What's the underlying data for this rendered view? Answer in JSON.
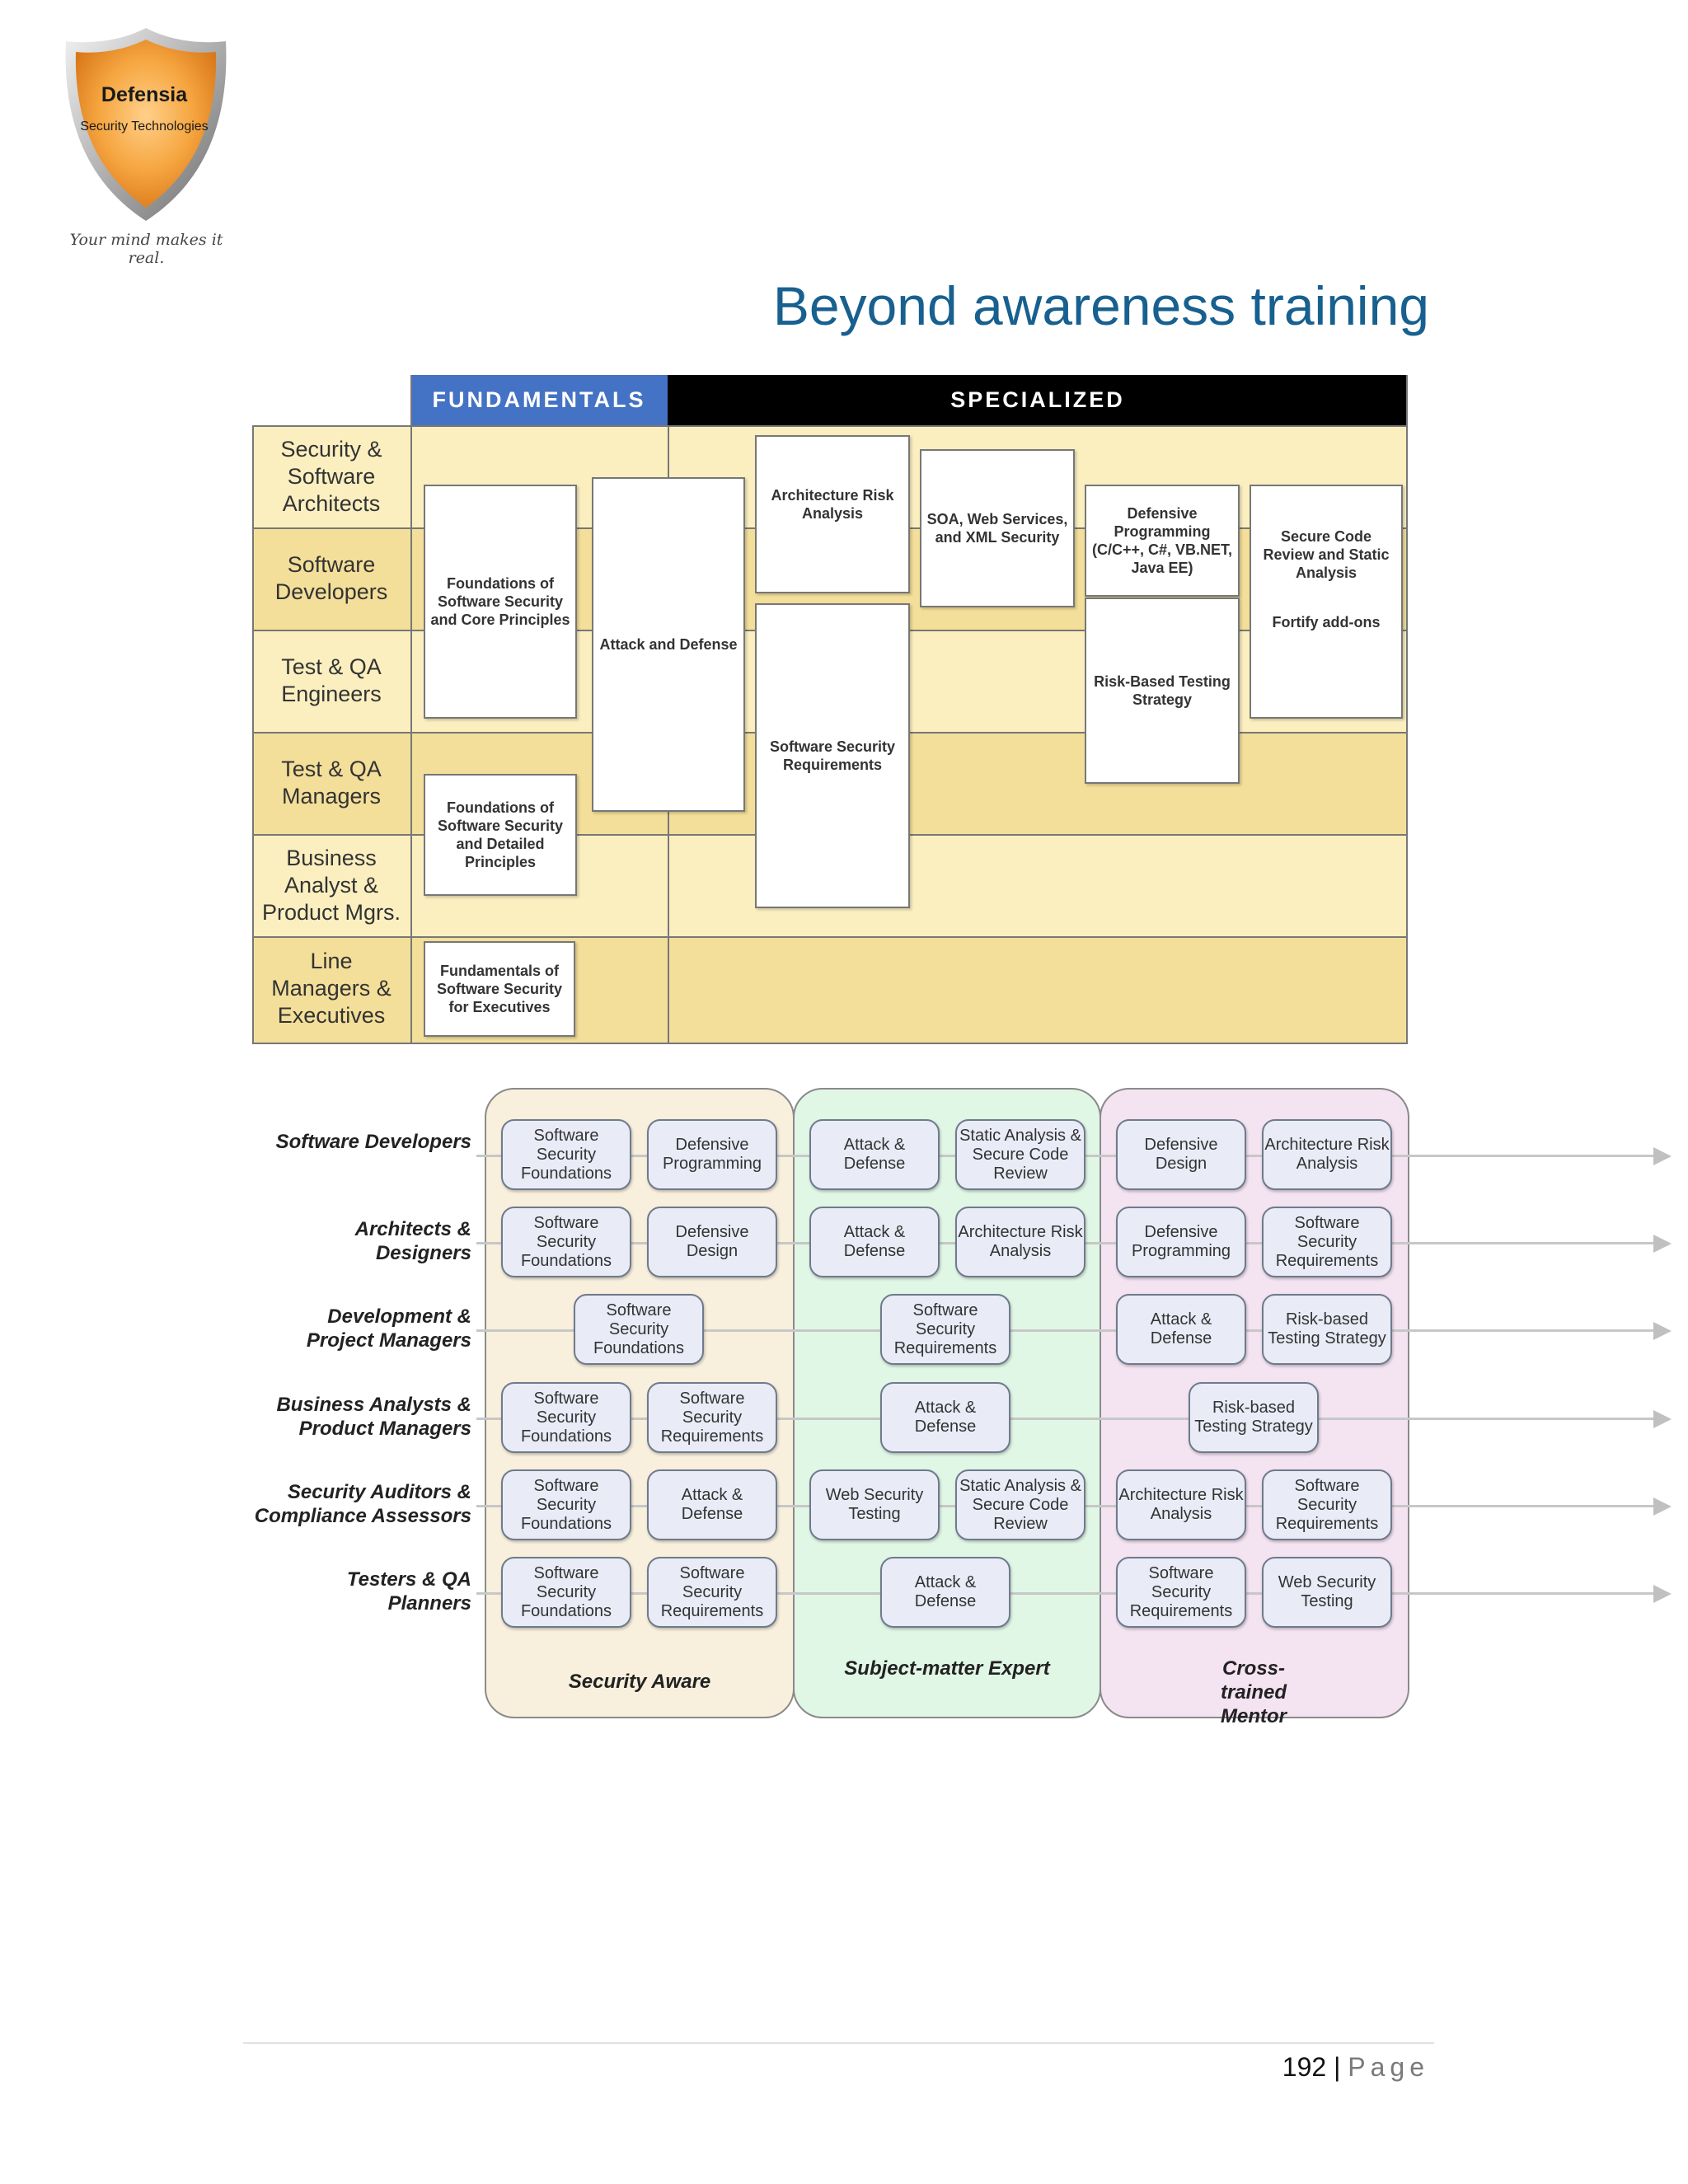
{
  "header": {
    "logo_name": "Defensia",
    "logo_sub": "Security Technologies",
    "tagline": "Your mind makes it real."
  },
  "page_title": "Beyond awareness training",
  "matrix1": {
    "head_fundamentals": "FUNDAMENTALS",
    "head_specialized": "SPECIALIZED",
    "colors": {
      "fundamentals": "#4472c4",
      "specialized": "#000000",
      "light": "#fbefc0",
      "dark": "#f3df99"
    },
    "rows": [
      {
        "label": "Security & Software Architects"
      },
      {
        "label": "Software Developers"
      },
      {
        "label": "Test & QA Engineers"
      },
      {
        "label": "Test & QA Managers"
      },
      {
        "label": "Business Analyst & Product Mgrs."
      },
      {
        "label": "Line Managers & Executives"
      }
    ],
    "boxes": {
      "foundations_core": "Foundations of Software Security and Core Principles",
      "attack_defense": "Attack and Defense",
      "arch_risk": "Architecture Risk Analysis",
      "soa": "SOA, Web Services, and XML Security",
      "defensive_prog": "Defensive Programming (C/C++, C#, VB.NET, Java EE)",
      "secure_code": "Secure Code Review and Static Analysis",
      "fortify": "Fortify add-ons",
      "risk_testing": "Risk-Based Testing Strategy",
      "sw_sec_req": "Software Security Requirements",
      "foundations_detailed": "Foundations of Software Security and Detailed Principles",
      "fundamentals_exec": "Fundamentals of Software Security for Executives"
    }
  },
  "matrix2": {
    "roles": [
      "Software Developers",
      "Architects & Designers",
      "Development & Project Managers",
      "Business Analysts & Product Managers",
      "Security Auditors & Compliance Assessors",
      "Testers & QA Planners"
    ],
    "columns": [
      {
        "label": "Security Aware",
        "color": "#f8f0dc"
      },
      {
        "label": "Subject-matter Expert",
        "color": "#e1f7e6"
      },
      {
        "label": "Cross-trained Mentor",
        "color": "#f4e3f1"
      }
    ],
    "cells": [
      [
        "Software Security Foundations",
        "Defensive Programming",
        "Attack & Defense",
        "Static Analysis & Secure Code Review",
        "Defensive Design",
        "Architecture Risk Analysis"
      ],
      [
        "Software Security Foundations",
        "Defensive Design",
        "Attack & Defense",
        "Architecture Risk Analysis",
        "Defensive Programming",
        "Software Security Requirements"
      ],
      [
        "Software Security Foundations",
        "Software Security Requirements",
        "Attack & Defense",
        "Risk-based Testing Strategy"
      ],
      [
        "Software Security Foundations",
        "Software Security Requirements",
        "Attack & Defense",
        "Risk-based Testing Strategy"
      ],
      [
        "Software Security Foundations",
        "Attack & Defense",
        "Web Security Testing",
        "Static Analysis & Secure Code Review",
        "Architecture Risk Analysis",
        "Software Security Requirements"
      ],
      [
        "Software Security Foundations",
        "Software Security Requirements",
        "Attack & Defense",
        "Software Security Requirements",
        "Web Security Testing"
      ]
    ]
  },
  "footer": {
    "page_number": "192",
    "separator": "|",
    "page_word": "Page"
  }
}
